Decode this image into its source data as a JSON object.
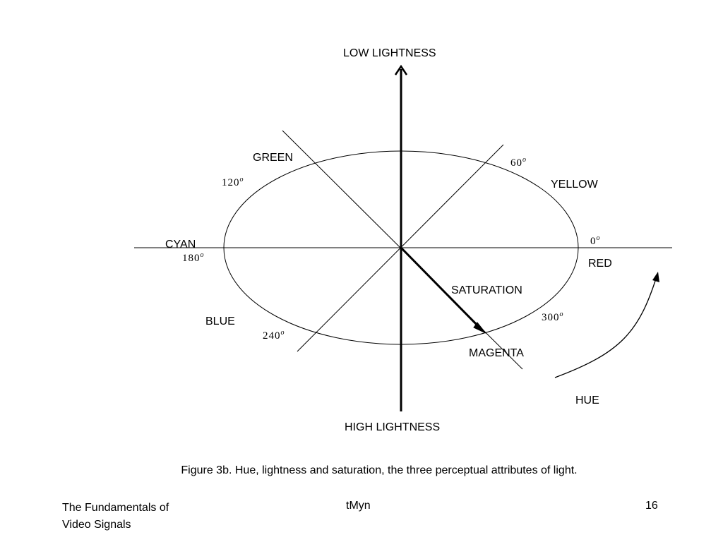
{
  "diagram": {
    "low_lightness": "LOW LIGHTNESS",
    "high_lightness": "HIGH LIGHTNESS",
    "saturation": "SATURATION",
    "hue": "HUE",
    "colors": {
      "green": "GREEN",
      "yellow": "YELLOW",
      "cyan": "CYAN",
      "red": "RED",
      "blue": "BLUE",
      "magenta": "MAGENTA"
    },
    "angles": {
      "a0": "0",
      "a60": "60",
      "a120": "120",
      "a180": "180",
      "a240": "240",
      "a300": "300"
    },
    "degree_mark": "o"
  },
  "caption": "Figure 3b. Hue, lightness and saturation, the three perceptual attributes of light.",
  "footer": {
    "title_line1": "The Fundamentals of",
    "title_line2": "Video Signals",
    "author": "tMyn",
    "page_number": "16"
  }
}
